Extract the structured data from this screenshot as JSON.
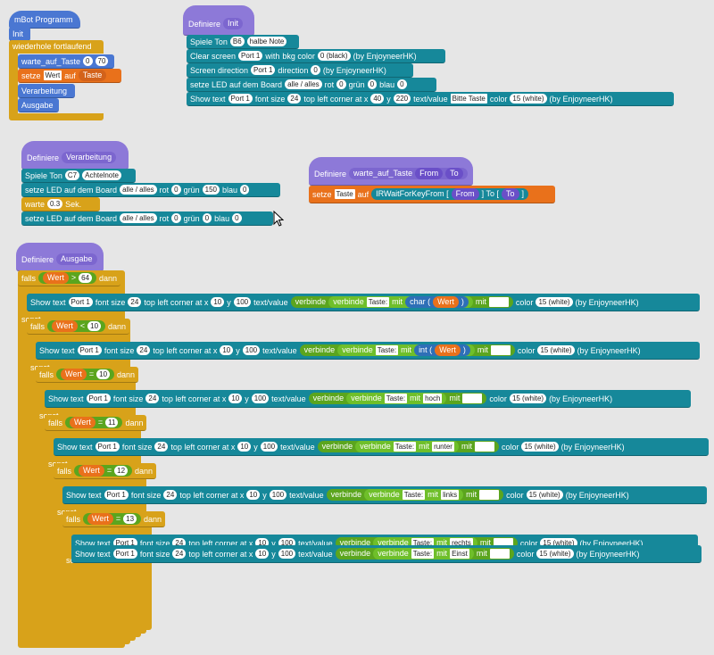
{
  "main": {
    "hat": "mBot Programm",
    "init": "Init",
    "forever": "wiederhole fortlaufend",
    "wait_call": "warte_auf_Taste",
    "wait_from": "0",
    "wait_to": "70",
    "set_word": "setze",
    "set_var": "Wert",
    "set_to": "auf",
    "set_value": "Taste",
    "process": "Verarbeitung",
    "output": "Ausgabe"
  },
  "init_def": {
    "define": "Definiere",
    "name": "Init",
    "play": "Spiele Ton",
    "play_note": "B6",
    "play_len": "halbe Note",
    "clear_label": "Clear screen",
    "clear_port": "Port 1",
    "clear_with": "with",
    "clear_bkg": "bkg color",
    "clear_color": "0 (black)",
    "clear_by": "(by EnjoyneerHK)",
    "dir_label": "Screen direction",
    "dir_port": "Port 1",
    "dir_word": "direction",
    "dir_value": "0",
    "dir_by": "(by EnjoyneerHK)",
    "led_label": "setze LED auf dem Board",
    "led_which": "alle / alles",
    "led_red": "rot",
    "led_red_v": "0",
    "led_green": "grün",
    "led_green_v": "0",
    "led_blue": "blau",
    "led_blue_v": "0",
    "show_label": "Show text",
    "show_port": "Port 1",
    "show_font": "font size",
    "show_font_v": "24",
    "show_tl": "top left corner at x",
    "show_x": "40",
    "show_y_lbl": "y",
    "show_y": "220",
    "show_text": "text/value",
    "show_text_v": "Bitte Taste",
    "show_color": "color",
    "show_color_v": "15 (white)",
    "show_by": "(by EnjoyneerHK)"
  },
  "proc_def": {
    "define": "Definiere",
    "name": "Verarbeitung",
    "play": "Spiele Ton",
    "play_note": "C7",
    "play_len": "Achtelnote",
    "led1_label": "setze LED auf dem Board",
    "led1_which": "alle / alles",
    "led1_red": "rot",
    "led1_red_v": "0",
    "led1_green": "grün",
    "led1_green_v": "150",
    "led1_blue": "blau",
    "led1_blue_v": "0",
    "wait": "warte",
    "wait_v": "0.3",
    "wait_unit": "Sek.",
    "led2_label": "setze LED auf dem Board",
    "led2_which": "alle / alles",
    "led2_red": "rot",
    "led2_red_v": "0",
    "led2_green": "grün",
    "led2_green_v": "0",
    "led2_blue": "blau",
    "led2_blue_v": "0"
  },
  "wait_def": {
    "define": "Definiere",
    "name": "warte_auf_Taste",
    "param1": "From",
    "param2": "To",
    "set_word": "setze",
    "set_var": "Taste",
    "set_to": "auf",
    "ir_label": "IRWaitForKeyFrom [",
    "ir_from": "From",
    "ir_mid": "] To [",
    "ir_to": "To",
    "ir_end": "]"
  },
  "out_def": {
    "define": "Definiere",
    "name": "Ausgabe",
    "if_word": "falls",
    "then_word": "dann",
    "else_word": "sonst",
    "var": "Wert",
    "show_label": "Show text",
    "port": "Port 1",
    "font_lbl": "font size",
    "font_v": "24",
    "tl": "top left corner at x",
    "x_v": "10",
    "y_lbl": "y",
    "y_v": "100",
    "text_lbl": "text/value",
    "join": "verbinde",
    "taste": "Taste:",
    "mit": "mit",
    "color_lbl": "color",
    "color_v": "15 (white)",
    "by": "(by EnjoyneerHK)",
    "branches": [
      {
        "op": ">",
        "cmp": "64",
        "kind": "char",
        "arg": "Wert"
      },
      {
        "op": "<",
        "cmp": "10",
        "kind": "int",
        "arg": "Wert"
      },
      {
        "op": "=",
        "cmp": "10",
        "kind": "text",
        "arg": "hoch"
      },
      {
        "op": "=",
        "cmp": "11",
        "kind": "text",
        "arg": "runter"
      },
      {
        "op": "=",
        "cmp": "12",
        "kind": "text",
        "arg": "links"
      },
      {
        "op": "=",
        "cmp": "13",
        "kind": "text",
        "arg": "rechts"
      },
      {
        "op": "",
        "cmp": "",
        "kind": "text",
        "arg": "Einst"
      }
    ],
    "fn_char": "char (",
    "fn_int": "int (",
    "fn_close": ")"
  }
}
